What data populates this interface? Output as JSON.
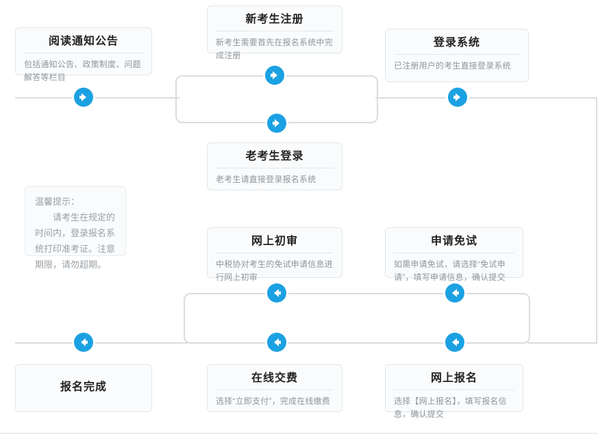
{
  "diagram": {
    "title_hidden": "",
    "accent_color": "#1ba1e2",
    "line_color": "#d9dde0",
    "nodes": [
      {
        "id": "read-notice",
        "title": "阅读通知公告",
        "desc": "包括通知公告、政策制度、问题解答等栏目"
      },
      {
        "id": "new-candidate-register",
        "title": "新考生注册",
        "desc": "新考生需要首先在报名系统中完成注册"
      },
      {
        "id": "login-system",
        "title": "登录系统",
        "desc": "已注册用户的考生直接登录系统"
      },
      {
        "id": "old-candidate-login",
        "title": "老考生登录",
        "desc": "老考生请直接登录报名系统"
      },
      {
        "id": "online-first-review",
        "title": "网上初审",
        "desc": "中税协对考生的免试申请信息进行网上初审"
      },
      {
        "id": "apply-exemption",
        "title": "申请免试",
        "desc": "如需申请免试，请选择“免试申请”，填写申请信息，确认提交"
      },
      {
        "id": "registration-complete",
        "title": "报名完成",
        "desc": ""
      },
      {
        "id": "online-payment",
        "title": "在线交费",
        "desc": "选择“立即支付”，完成在线缴费"
      },
      {
        "id": "online-registration",
        "title": "网上报名",
        "desc": "选择【网上报名】，填写报名信息，确认提交"
      }
    ],
    "note": {
      "label": "温馨提示：",
      "body": "请考生在规定的时间内，登录报名系统打印准考证。注意期限，请勿超期。"
    },
    "arrows": [
      {
        "id": "arrow-read-to-branch",
        "direction": "right"
      },
      {
        "id": "arrow-to-new-register",
        "direction": "right"
      },
      {
        "id": "arrow-to-old-login",
        "direction": "right"
      },
      {
        "id": "arrow-branch-to-login",
        "direction": "right"
      },
      {
        "id": "arrow-from-first-review",
        "direction": "left"
      },
      {
        "id": "arrow-from-exemption",
        "direction": "left"
      },
      {
        "id": "arrow-to-complete",
        "direction": "left"
      },
      {
        "id": "arrow-to-payment",
        "direction": "left"
      },
      {
        "id": "arrow-to-registration",
        "direction": "left"
      }
    ]
  }
}
